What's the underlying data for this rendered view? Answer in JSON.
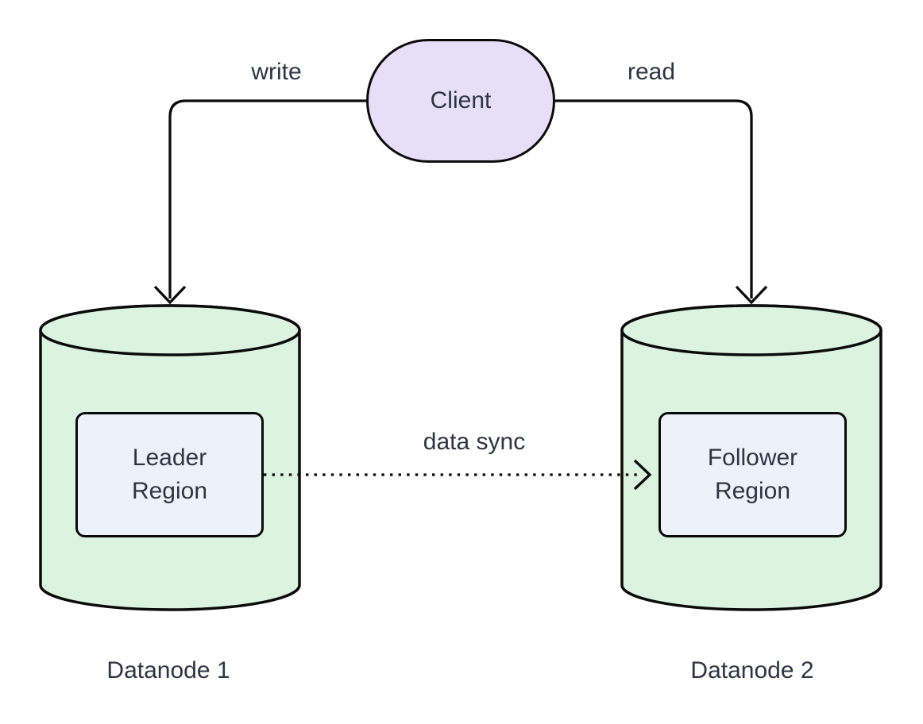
{
  "diagram": {
    "client": {
      "label": "Client"
    },
    "edges": {
      "write": {
        "label": "write"
      },
      "read": {
        "label": "read"
      },
      "data_sync": {
        "label": "data sync"
      }
    },
    "datanode1": {
      "caption": "Datanode 1",
      "region": {
        "label": "Leader\nRegion"
      }
    },
    "datanode2": {
      "caption": "Datanode 2",
      "region": {
        "label": "Follower\nRegion"
      }
    },
    "colors": {
      "client_fill": "#E5DFFA",
      "cylinder_fill": "#DCF3E0",
      "region_fill": "#EDF2FA",
      "stroke": "#0b0b0b",
      "text": "#2f3440"
    }
  }
}
